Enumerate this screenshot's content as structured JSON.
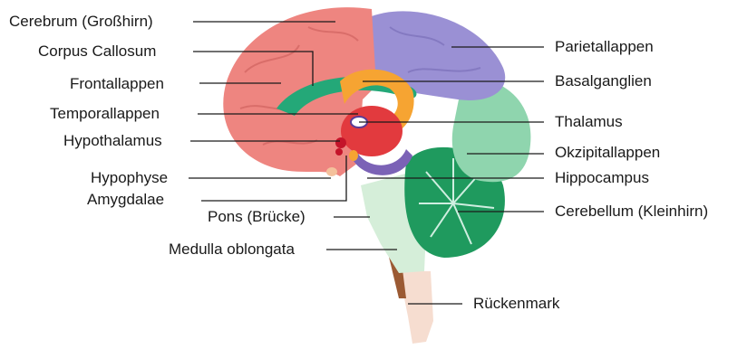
{
  "labels": {
    "cerebrum": "Cerebrum (Großhirn)",
    "corpus_callosum": "Corpus Callosum",
    "frontallappen": "Frontallappen",
    "temporallappen": "Temporallappen",
    "hypothalamus": "Hypothalamus",
    "hypophyse": "Hypophyse",
    "amygdalae": "Amygdalae",
    "pons": "Pons (Brücke)",
    "medulla": "Medulla oblongata",
    "parietallappen": "Parietallappen",
    "basalganglien": "Basalganglien",
    "thalamus": "Thalamus",
    "okzipitallappen": "Okzipitallappen",
    "hippocampus": "Hippocampus",
    "cerebellum": "Cerebellum (Kleinhirn)",
    "rueckenmark": "Rückenmark"
  },
  "colors": {
    "frontal": "#ee8580",
    "parietal": "#9a90d4",
    "occipital": "#8fd5ae",
    "callosum": "#24a878",
    "basal": "#f6a432",
    "thalamus": "#e23a3e",
    "cerebellum": "#1f9a5e",
    "brainstem": "#d5eed9",
    "spinal": "#f6ddd0",
    "hypothal": "#c4142a",
    "hippocampus": "#7b62b6"
  }
}
